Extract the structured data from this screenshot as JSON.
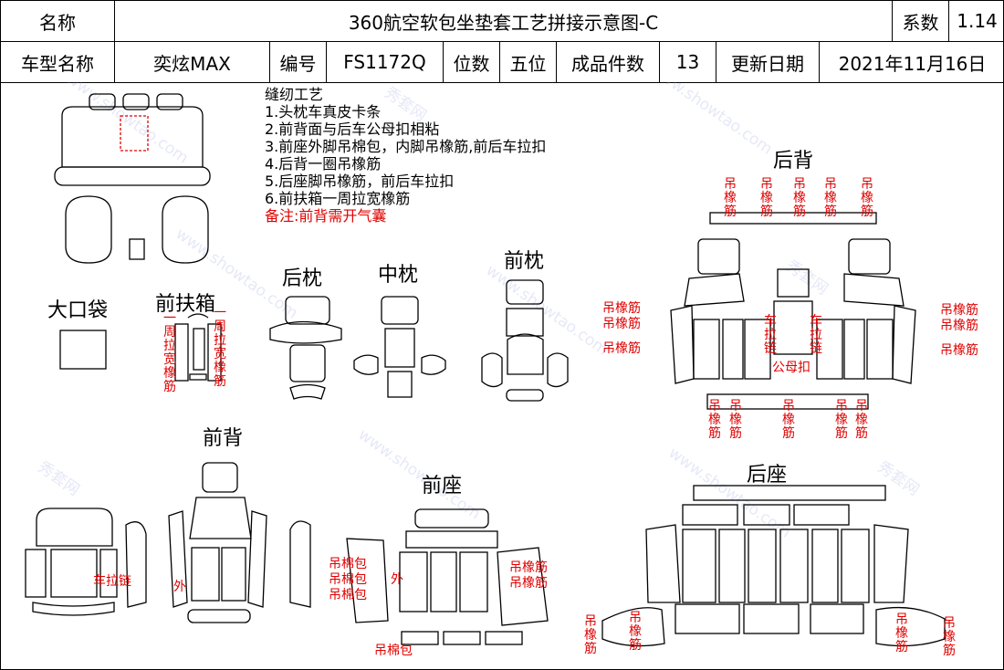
{
  "header": {
    "name_label": "名称",
    "title": "360航空软包坐垫套工艺拼接示意图-C",
    "coef_label": "系数",
    "coef_value": "1.14",
    "model_label": "车型名称",
    "model_value": "奕炫MAX",
    "code_label": "编号",
    "code_value": "FS1172Q",
    "seats_label": "位数",
    "seats_value": "五位",
    "pieces_label": "成品件数",
    "pieces_value": "13",
    "date_label": "更新日期",
    "date_value": "2021年11月16日"
  },
  "notes": {
    "title": "缝纫工艺",
    "items": [
      "1.头枕车真皮卡条",
      "2.前背面与后车公母扣相粘",
      "3.前座外脚吊棉包，内脚吊橡筋,前后车拉扣",
      "4.后背一圈吊橡筋",
      "5.后座脚吊橡筋，前后车拉扣",
      "6.前扶箱一周拉宽橡筋"
    ],
    "remark": "备注:前背需开气囊"
  },
  "sections": {
    "big_pocket": "大口袋",
    "front_armrest": "前扶箱",
    "rear_headrest": "后枕",
    "mid_headrest": "中枕",
    "front_headrest": "前枕",
    "rear_back": "后背",
    "front_back": "前背",
    "front_seat": "前座",
    "rear_seat": "后座"
  },
  "annotations": {
    "armrest_left": "周拉宽橡筋",
    "armrest_right": "周拉宽橡筋",
    "hang_elastic": "吊橡筋",
    "rear_zipper": "车拉链",
    "snap": "公母扣",
    "hang_pad": "吊棉包",
    "outer": "外",
    "zipper_h": "车拉链"
  },
  "watermark": [
    "秀套网",
    "www.showtao.com"
  ]
}
